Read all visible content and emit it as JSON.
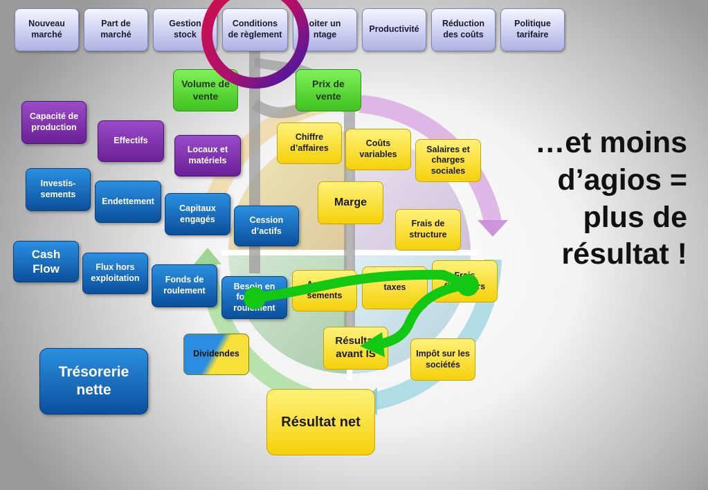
{
  "top_buttons": [
    {
      "label": "Nouveau\nmarché"
    },
    {
      "label": "Part de\nmarché"
    },
    {
      "label": "Gestion\nstock"
    },
    {
      "label": "Conditions\nde règlement"
    },
    {
      "label": "oiter un\nntage"
    },
    {
      "label": "Productivité"
    },
    {
      "label": "Réduction\ndes coûts"
    },
    {
      "label": "Politique\ntarifaire"
    }
  ],
  "nodes": {
    "capacite": "Capacité de\nproduction",
    "effectifs": "Effectifs",
    "locaux": "Locaux et\nmatériels",
    "investissements": "Investis-\nsements",
    "endettement": "Endettement",
    "capitaux": "Capitaux\nengagés",
    "cession": "Cession\nd’actifs",
    "cash_flow": "Cash\nFlow",
    "flux": "Flux  hors\nexploitation",
    "fonds": "Fonds de\nroulement",
    "besoin": "Besoin en\nfonds de\nroulement",
    "dividendes": "Dividendes",
    "tresorerie": "Trésorerie\nnette",
    "volume": "Volume de\nvente",
    "prix": "Prix de\nvente",
    "chiffre": "Chiffre\nd’affaires",
    "couts_var": "Coûts\nvariables",
    "salaires": "Salaires et\ncharges\nsociales",
    "marge": "Marge",
    "frais": "Frais de\nstructure",
    "amortis": "Amortis-\nsements",
    "taxes": "taxes",
    "frais_fin": "Frais\nfinanciers",
    "resultat_avant": "Résultat\navant IS",
    "impot": "Impôt sur les\nsociétés",
    "resultat_net": "Résultat net"
  },
  "headline": "…et moins\nd’agios =\nplus de\nrésultat !",
  "colors": {
    "purple": "#7b2ca8",
    "blue": "#1565c0",
    "green": "#4fd62a",
    "yellow": "#f7dc1f",
    "arrow": "#11c311",
    "ring": "#c0103a"
  }
}
